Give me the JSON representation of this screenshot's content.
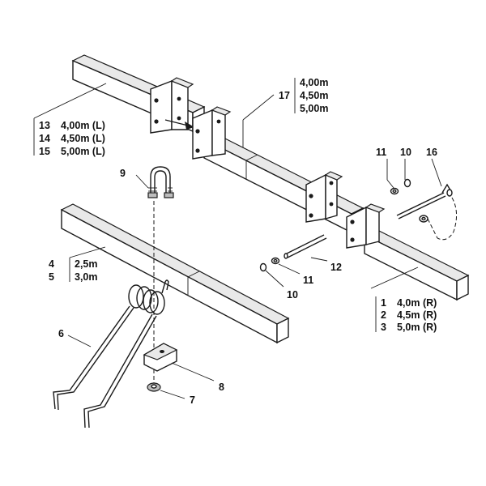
{
  "callouts": {
    "p1": "1",
    "p2": "2",
    "p3": "3",
    "p4": "4",
    "p5": "5",
    "p6": "6",
    "p7": "7",
    "p8": "8",
    "p9": "9",
    "p10a": "10",
    "p10b": "10",
    "p11a": "11",
    "p11b": "11",
    "p12": "12",
    "p13": "13",
    "p14": "14",
    "p15": "15",
    "p16": "16",
    "p17": "17"
  },
  "sizes": {
    "s1": "4,0m (R)",
    "s2": "4,5m (R)",
    "s3": "5,0m (R)",
    "s4": "2,5m",
    "s5": "3,0m",
    "s13": "4,00m (L)",
    "s14": "4,50m (L)",
    "s15": "5,00m (L)",
    "s17a": "4,00m",
    "s17b": "4,50m",
    "s17c": "5,00m"
  }
}
